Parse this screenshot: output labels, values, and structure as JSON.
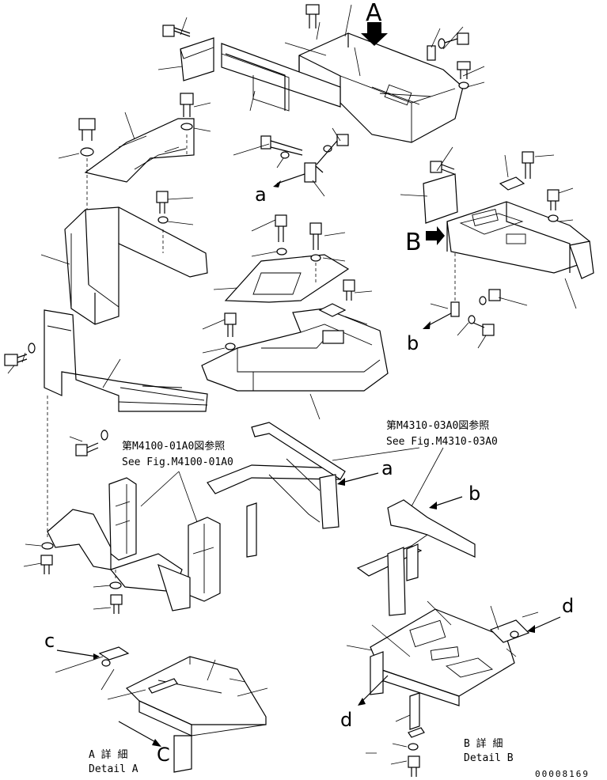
{
  "views": {
    "a": "A",
    "b": "B",
    "c": "C"
  },
  "connectors": {
    "a": "a",
    "b": "b",
    "c": "c",
    "d": "d"
  },
  "references": {
    "m4100_jp": "第M4100-01A0図参照",
    "m4100_en": "See Fig.M4100-01A0",
    "m4310_jp": "第M4310-03A0図参照",
    "m4310_en": "See Fig.M4310-03A0"
  },
  "details": {
    "a_jp": "A 詳 細",
    "a_en": "Detail A",
    "b_jp": "B 詳 細",
    "b_en": "Detail B"
  },
  "drawing_number": "00008169"
}
